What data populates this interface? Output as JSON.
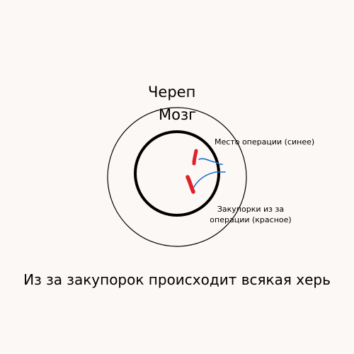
{
  "labels": {
    "skull": "Череп",
    "brain": "Мозг",
    "surgery_site": "Место операции (синее)",
    "blockages": "Закупорки из за операции (красное)"
  },
  "caption": "Из за закупорок происходит всякая херь",
  "colors": {
    "background": "#fbf8f6",
    "outline": "#000000",
    "surgery_site": "#1f6fc4",
    "blockage": "#e0202a"
  }
}
